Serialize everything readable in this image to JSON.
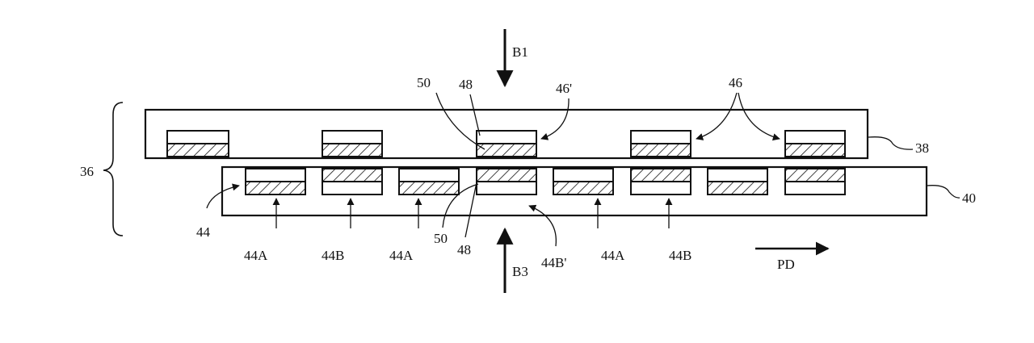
{
  "labels": {
    "b1": "B1",
    "b3": "B3",
    "assembly": "36",
    "upper_plate": "38",
    "lower_plate": "40",
    "lower_array": "44",
    "upper_array": "46",
    "upper_marked": "46'",
    "ref_48_top": "48",
    "ref_50_top": "50",
    "ref_48_bottom": "48",
    "ref_50_bottom": "50",
    "lower_cells": [
      "44A",
      "44B",
      "44A",
      "44B'",
      "44A",
      "44B"
    ],
    "direction": "PD"
  }
}
